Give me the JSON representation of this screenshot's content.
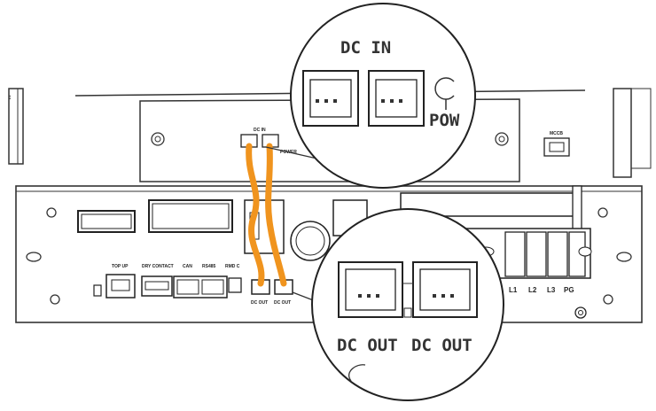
{
  "zoom_top": {
    "title": "DC IN",
    "power_label": "POW"
  },
  "zoom_bottom": {
    "left_label": "DC OUT",
    "right_label": "DC OUT"
  },
  "board": {
    "dc_in_label": "DC IN",
    "power_label": "POWER",
    "mccb_label": "MCCB",
    "top_up_label": "TOP UP",
    "dry_contact_label": "DRY CONTACT",
    "can_label": "CAN",
    "rs485_label": "RS485",
    "rmd_label": "RMD C",
    "dc_out_left_label": "DC OUT",
    "dc_out_right_label": "DC OUT",
    "terminal_labels": [
      "L1",
      "L2",
      "L3",
      "PG"
    ]
  },
  "cable_color": "#f0941e"
}
